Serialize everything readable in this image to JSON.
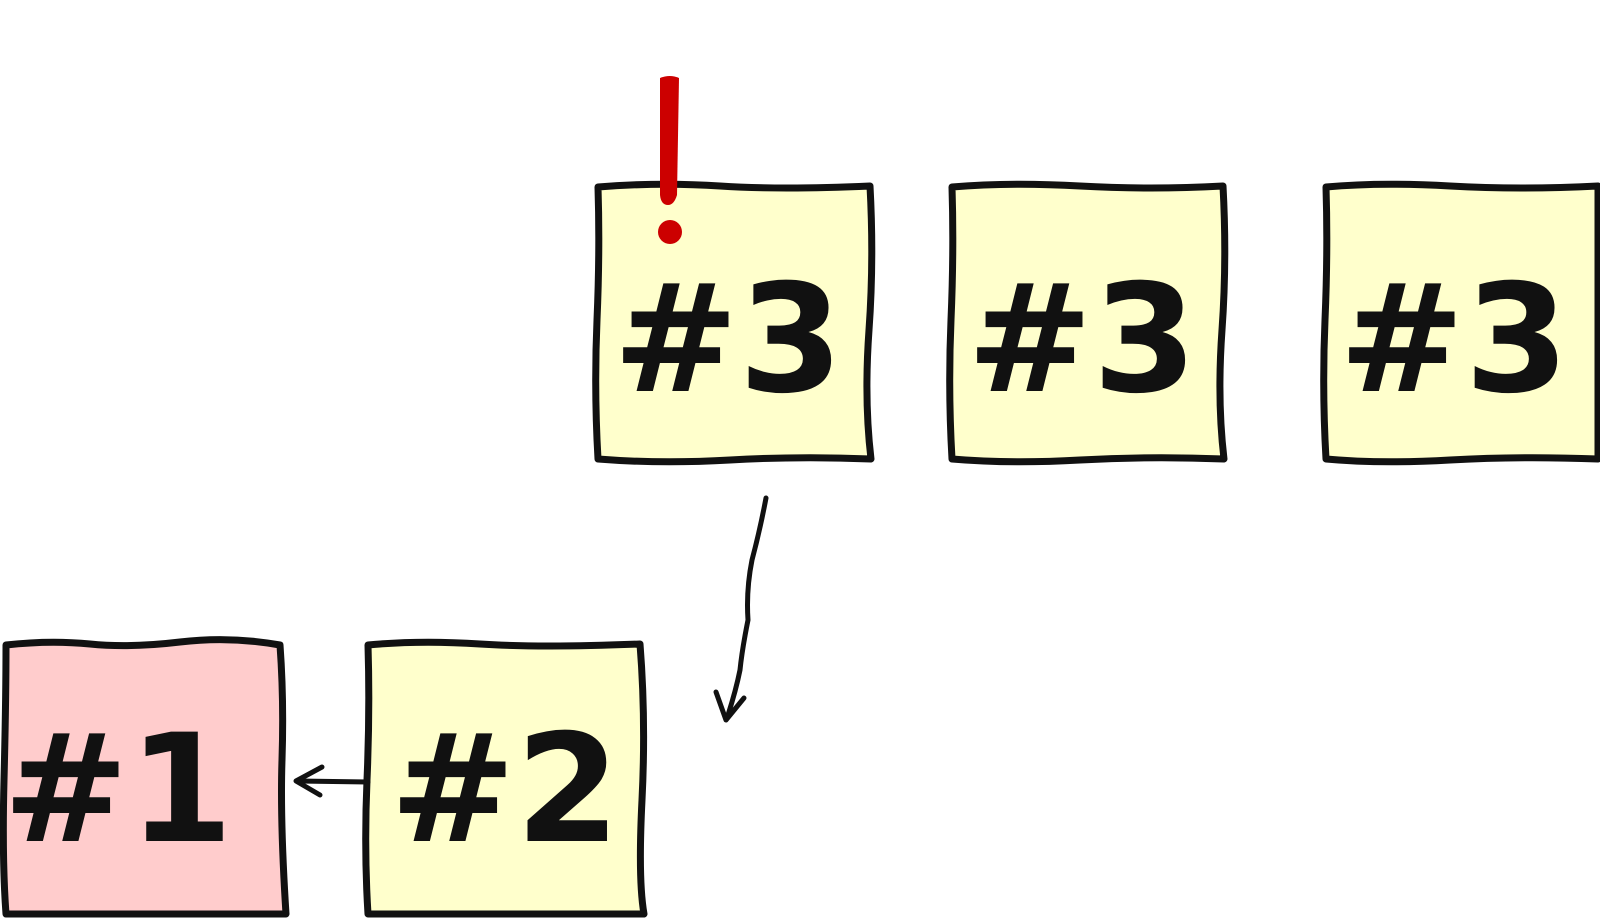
{
  "cards": [
    {
      "id": "card-1",
      "label": "#1",
      "fill": "#ffcccc"
    },
    {
      "id": "card-2",
      "label": "#2",
      "fill": "#ffffcc"
    },
    {
      "id": "card-3a",
      "label": "#3",
      "fill": "#ffffcc"
    },
    {
      "id": "card-3b",
      "label": "#3",
      "fill": "#ffffcc"
    },
    {
      "id": "card-3c",
      "label": "#3",
      "fill": "#ffffcc"
    }
  ],
  "alert": {
    "symbol": "!",
    "color": "#cc0000"
  },
  "colors": {
    "outline": "#111111",
    "background": "#ffffff"
  }
}
